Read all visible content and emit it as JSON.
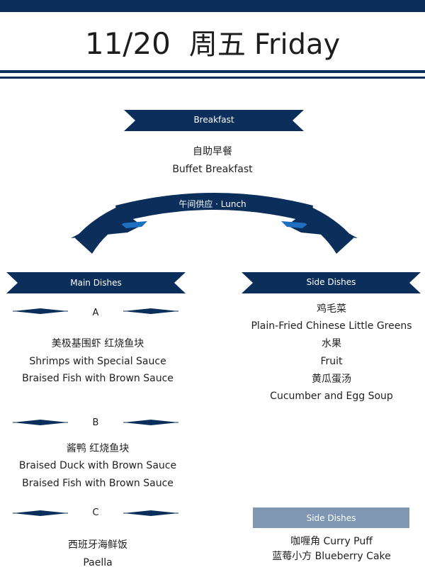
{
  "header": {
    "date": "11/20",
    "weekday_cn": "周五",
    "weekday_en": "Friday"
  },
  "breakfast": {
    "ribbon_label": "Breakfast",
    "items": [
      "自助早餐",
      "Buffet Breakfast"
    ]
  },
  "lunch": {
    "arch_label": "午间供应 · Lunch"
  },
  "main_dishes": {
    "ribbon_label": "Main Dishes",
    "groups": [
      {
        "label": "A",
        "items": [
          "美极基围虾  红烧鱼块",
          "Shrimps with Special Sauce",
          "Braised Fish with Brown Sauce"
        ]
      },
      {
        "label": "B",
        "items": [
          "酱鸭  红烧鱼块",
          "Braised Duck with Brown Sauce",
          "Braised Fish with Brown Sauce"
        ]
      },
      {
        "label": "C",
        "items": [
          "西班牙海鲜饭",
          "Paella"
        ]
      }
    ]
  },
  "side_dishes": {
    "ribbon_label": "Side Dishes",
    "items": [
      "鸡毛菜",
      "Plain-Fried Chinese Little Greens",
      "水果",
      "Fruit",
      "黄瓜蛋汤",
      "Cucumber and Egg Soup"
    ]
  },
  "side_dishes_2": {
    "label": "Side Dishes",
    "items": [
      "咖喱角 Curry Puff",
      "蓝莓小方 Blueberry Cake"
    ]
  },
  "colors": {
    "navy": "#0b2f5a",
    "bright_blue": "#1e6fc0",
    "slate": "#7f97b3"
  }
}
